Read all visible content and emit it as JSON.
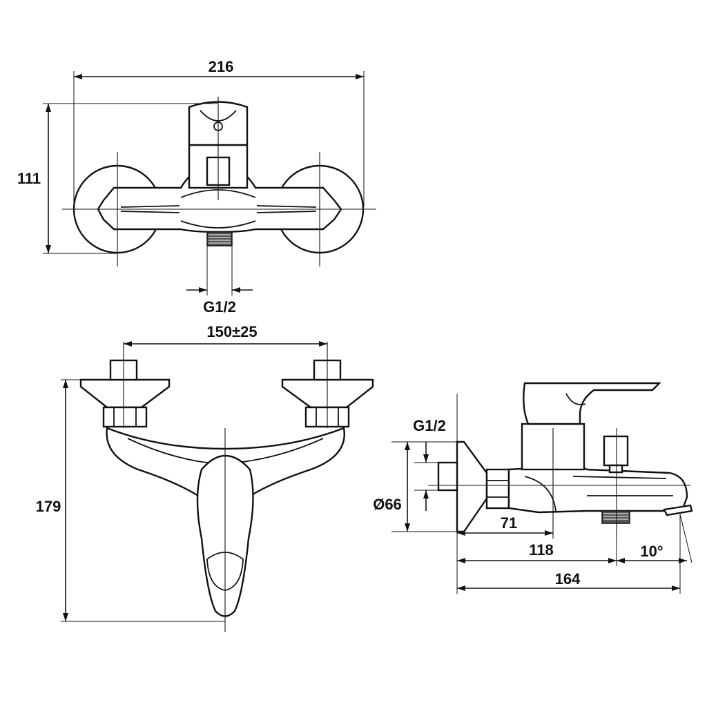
{
  "top_view": {
    "width_dim": "216",
    "height_dim": "111",
    "thread_dim": "G1/2"
  },
  "front_view": {
    "centers_dim": "150±25",
    "height_dim": "179"
  },
  "side_view": {
    "thread_dim": "G1/2",
    "flange_dim": "Ø66",
    "dim_71": "71",
    "dim_118": "118",
    "dim_164": "164",
    "angle_dim": "10°"
  }
}
